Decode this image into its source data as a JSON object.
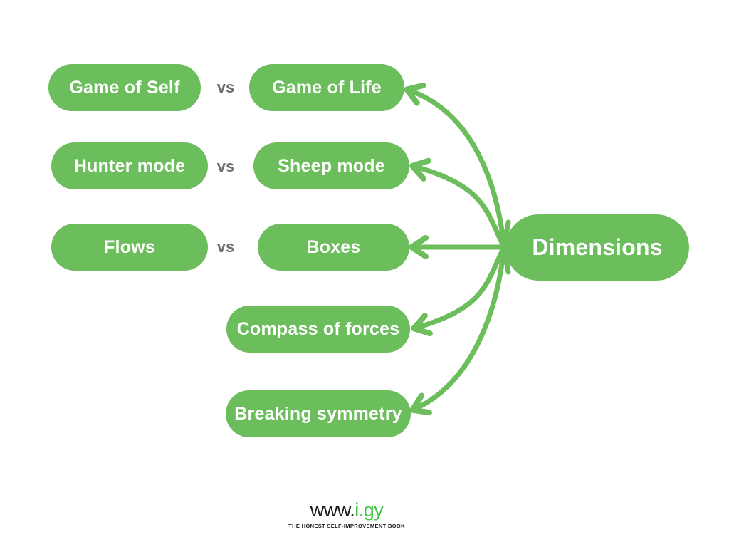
{
  "diagram": {
    "vs_label": "vs",
    "dimensions_label": "Dimensions",
    "rows": [
      {
        "left": "Game of Self",
        "right": "Game of Life"
      },
      {
        "left": "Hunter mode",
        "right": "Sheep mode"
      },
      {
        "left": "Flows",
        "right": "Boxes"
      }
    ],
    "single_nodes": [
      "Compass of forces",
      "Breaking symmetry"
    ],
    "edges": [
      {
        "from": "Dimensions",
        "to": "Game of Life"
      },
      {
        "from": "Dimensions",
        "to": "Sheep mode"
      },
      {
        "from": "Dimensions",
        "to": "Boxes"
      },
      {
        "from": "Dimensions",
        "to": "Compass of forces"
      },
      {
        "from": "Dimensions",
        "to": "Breaking symmetry"
      }
    ],
    "colors": {
      "node_green": "#6CBD5C",
      "node_text": "#FFFFFF",
      "vs_gray": "#6B7072"
    }
  },
  "footer": {
    "logo_prefix": "www.",
    "logo_suffix": "i.gy",
    "logo_prefix_color": "#1B1B1B",
    "logo_suffix_color": "#3FC53F",
    "tagline": "THE HONEST SELF-IMPROVEMENT BOOK"
  }
}
